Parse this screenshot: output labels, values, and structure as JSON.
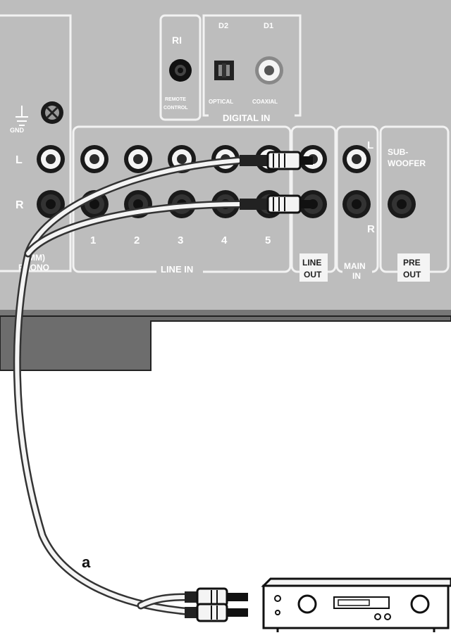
{
  "panel": {
    "gnd_label": "GND",
    "phono_left": "L",
    "phono_right": "R",
    "phono_label": "(MM)",
    "phono_label2": "PHONO",
    "ri_logo": "RI",
    "remote_control_label": "REMOTE",
    "remote_control_label2": "CONTROL",
    "d2_label": "D2",
    "d1_label": "D1",
    "optical_label": "OPTICAL",
    "coaxial_label": "COAXIAL",
    "digital_in_label": "DIGITAL IN",
    "line_in_numbers": [
      "1",
      "2",
      "3",
      "4",
      "5"
    ],
    "line_in_label": "LINE IN",
    "line_out_label": "LINE",
    "line_out_label2": "OUT",
    "main_in_l": "L",
    "main_in_r": "R",
    "main_in_label": "MAIN",
    "main_in_label2": "IN",
    "subwoofer_label": "SUB-",
    "subwoofer_label2": "WOOFER",
    "pre_out_label": "PRE",
    "pre_out_label2": "OUT"
  },
  "diagram": {
    "cable_label": "a"
  },
  "colors": {
    "panel_gray": "#bdbdbd",
    "panel_dark": "#555555",
    "outline": "#f2f2f2",
    "jack_dark": "#1a1a1a",
    "cable": "#f4f4f4"
  }
}
